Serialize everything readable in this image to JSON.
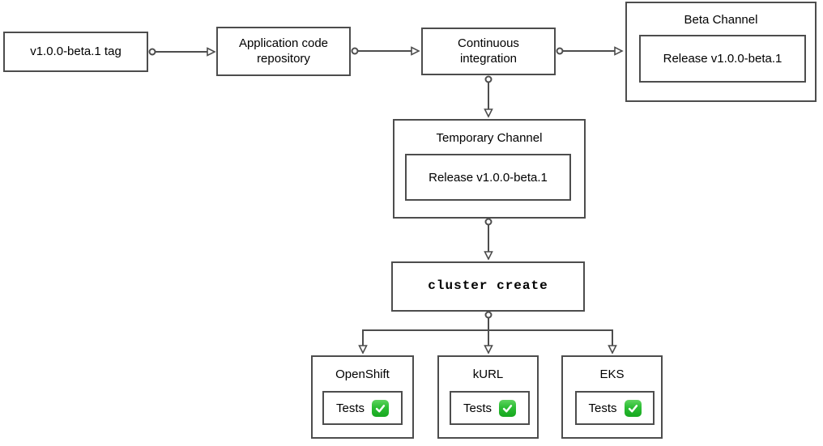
{
  "diagram": {
    "background": "#ffffff",
    "colors": {
      "stroke": "#4d4d4d",
      "text": "#000000",
      "check_green": "#2cbd34",
      "check_mark": "#ffffff"
    },
    "icons": {
      "tests_passed": "✅"
    },
    "nodes": {
      "tag": {
        "label": "v1.0.0-beta.1 tag"
      },
      "repo": {
        "label": "Application code\nrepository"
      },
      "ci": {
        "label": "Continuous\nintegration"
      },
      "beta_channel": {
        "title": "Beta Channel",
        "release_label": "Release v1.0.0-beta.1"
      },
      "temporary_channel": {
        "title": "Temporary Channel",
        "release_label": "Release v1.0.0-beta.1"
      },
      "cluster_create": {
        "label": "cluster create"
      }
    },
    "clusters": [
      {
        "title": "OpenShift",
        "tests_label": "Tests"
      },
      {
        "title": "kURL",
        "tests_label": "Tests"
      },
      {
        "title": "EKS",
        "tests_label": "Tests"
      }
    ]
  }
}
